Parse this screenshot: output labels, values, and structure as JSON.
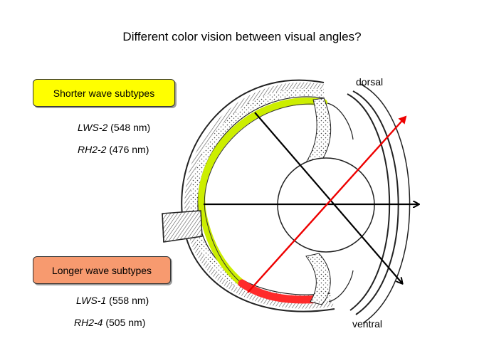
{
  "title": "Different color vision between visual angles?",
  "colors": {
    "short_box_fill": "#ffff00",
    "long_box_fill": "#f79a6f",
    "short_retina": "#ccee00",
    "long_retina": "#ff2a2a",
    "red_arrow": "#ee0000",
    "black_arrow": "#000000"
  },
  "short_group": {
    "label": "Shorter wave subtypes",
    "genes": [
      {
        "name": "LWS-2",
        "value": "(548 nm)"
      },
      {
        "name": "RH2-2",
        "value": "(476 nm)"
      }
    ]
  },
  "long_group": {
    "label": "Longer wave subtypes",
    "genes": [
      {
        "name": "LWS-1",
        "value": "(558 nm)"
      },
      {
        "name": "RH2-4",
        "value": "(505 nm)"
      }
    ]
  },
  "directions": {
    "top": "dorsal",
    "bottom": "ventral"
  },
  "icons": [
    "eye-cross-section-illustration",
    "viewing-axis-arrows"
  ]
}
